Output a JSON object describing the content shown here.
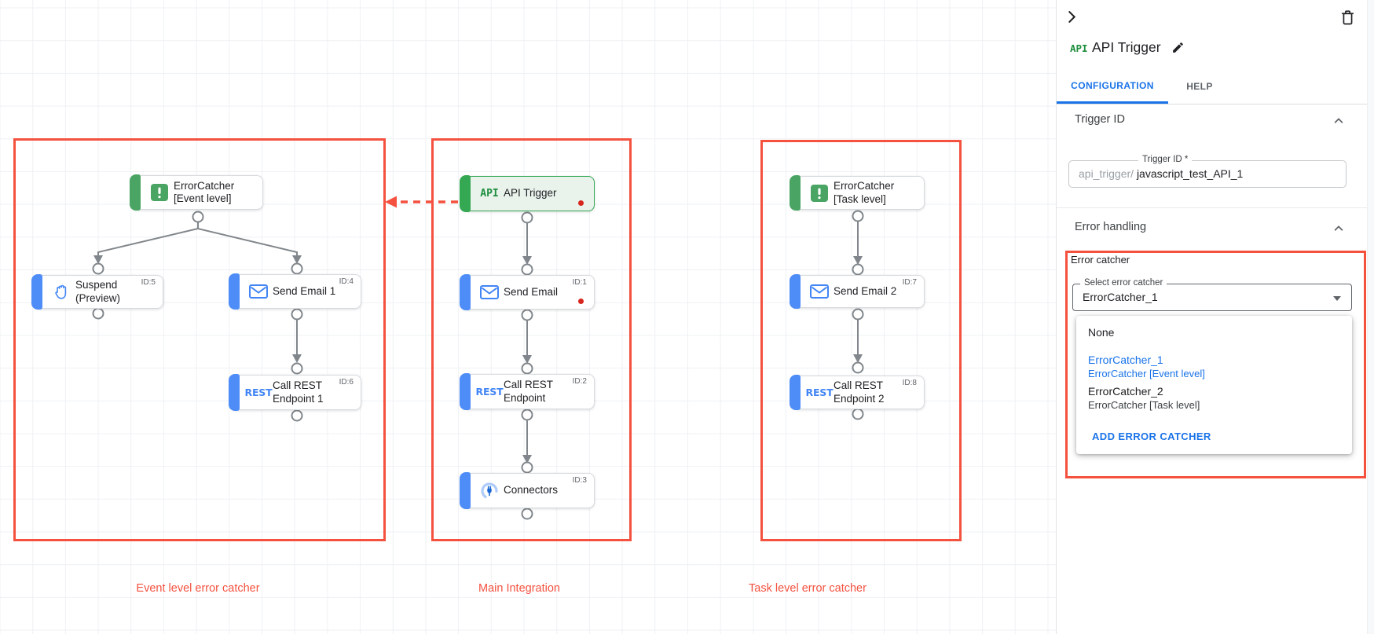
{
  "canvas": {
    "group_labels": {
      "event": "Event level error catcher",
      "main": "Main Integration",
      "task": "Task level error catcher"
    },
    "rest_logo": "REST",
    "nodes": {
      "ec_event": {
        "line1": "ErrorCatcher",
        "line2": "[Event level]"
      },
      "suspend": {
        "line1": "Suspend",
        "line2": "(Preview)",
        "id": "ID:5"
      },
      "send_email_1": {
        "line1": "Send Email 1",
        "id": "ID:4"
      },
      "call_rest_1": {
        "line1": "Call REST",
        "line2": "Endpoint 1",
        "id": "ID:6"
      },
      "api_trigger": {
        "line1": "API Trigger",
        "logo": "API"
      },
      "send_email": {
        "line1": "Send Email",
        "id": "ID:1"
      },
      "call_rest": {
        "line1": "Call REST",
        "line2": "Endpoint",
        "id": "ID:2"
      },
      "connectors": {
        "line1": "Connectors",
        "id": "ID:3"
      },
      "ec_task": {
        "line1": "ErrorCatcher",
        "line2": "[Task level]"
      },
      "send_email_2": {
        "line1": "Send Email 2",
        "id": "ID:7"
      },
      "call_rest_2": {
        "line1": "Call REST",
        "line2": "Endpoint 2",
        "id": "ID:8"
      }
    }
  },
  "panel": {
    "api_badge": "API",
    "title": "API Trigger",
    "tabs": {
      "configuration": "CONFIGURATION",
      "help": "HELP"
    },
    "trigger_section": {
      "header": "Trigger ID",
      "field_label": "Trigger ID *",
      "prefix": "api_trigger/",
      "value": "javascript_test_API_1"
    },
    "error_section": {
      "header": "Error handling",
      "group_label": "Error catcher",
      "select_label": "Select error catcher",
      "select_value": "ErrorCatcher_1",
      "menu": {
        "none": "None",
        "opt1_name": "ErrorCatcher_1",
        "opt1_desc": "ErrorCatcher [Event level]",
        "opt2_name": "ErrorCatcher_2",
        "opt2_desc": "ErrorCatcher [Task level]",
        "add": "ADD ERROR CATCHER"
      }
    }
  },
  "colors": {
    "annotation_red": "#f4513f",
    "node_green": "#34a853",
    "node_blue": "#4285f4",
    "link_blue": "#1a73e8",
    "error_dot_red": "#d7261d"
  }
}
